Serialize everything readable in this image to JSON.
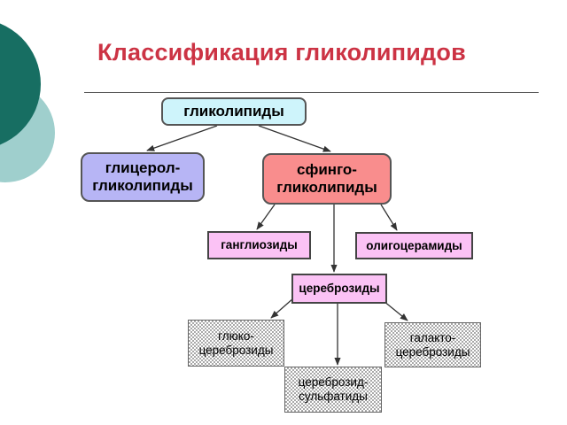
{
  "slide": {
    "title": "Классификация гликолипидов",
    "colors": {
      "title": "#cc3344",
      "deco_dark": "#176e62",
      "deco_light": "#9fcfcd"
    }
  },
  "diagram": {
    "root": "гликолипиды",
    "glycerol": "глицерол-\nгликолипиды",
    "sphingo": "сфинго-\nгликолипиды",
    "gangliosides": "ганглиозиды",
    "oligoceramides": "олигоцерамиды",
    "cerebrosides": "цереброзиды",
    "glucocerebrosides": "глюко-\nцереброзиды",
    "galactocerebrosides": "галакто-\nцереброзиды",
    "cerebroside_sulfatides": "цереброзид-\nсульфатиды"
  }
}
